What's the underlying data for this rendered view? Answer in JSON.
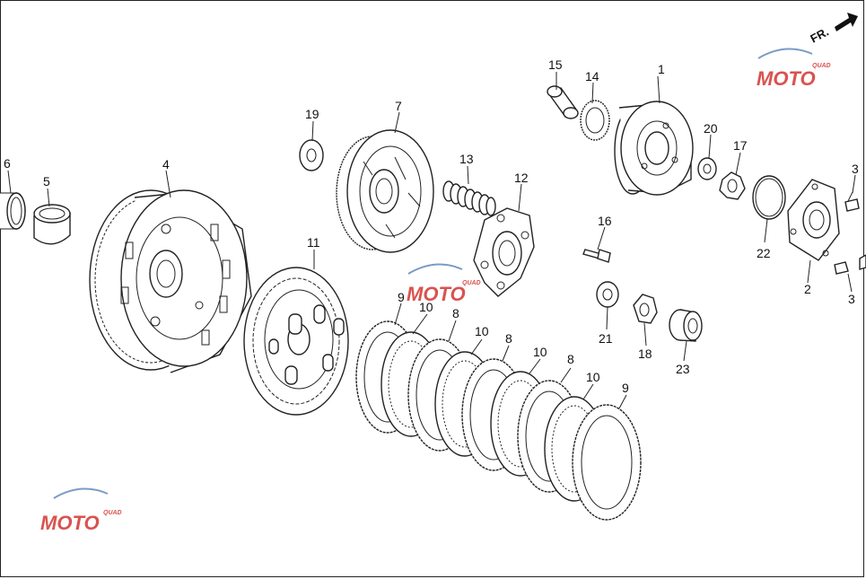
{
  "direction_indicator": {
    "text": "FR."
  },
  "watermark": {
    "text": "MOTO",
    "subtext": "QUAD",
    "color_primary": "#d9534f",
    "color_secondary": "#7a9cc6"
  },
  "callouts": [
    "1",
    "2",
    "3",
    "3",
    "4",
    "5",
    "6",
    "7",
    "8",
    "8",
    "8",
    "9",
    "9",
    "10",
    "10",
    "10",
    "10",
    "11",
    "12",
    "13",
    "14",
    "15",
    "16",
    "17",
    "18",
    "19",
    "20",
    "21",
    "22",
    "23"
  ]
}
